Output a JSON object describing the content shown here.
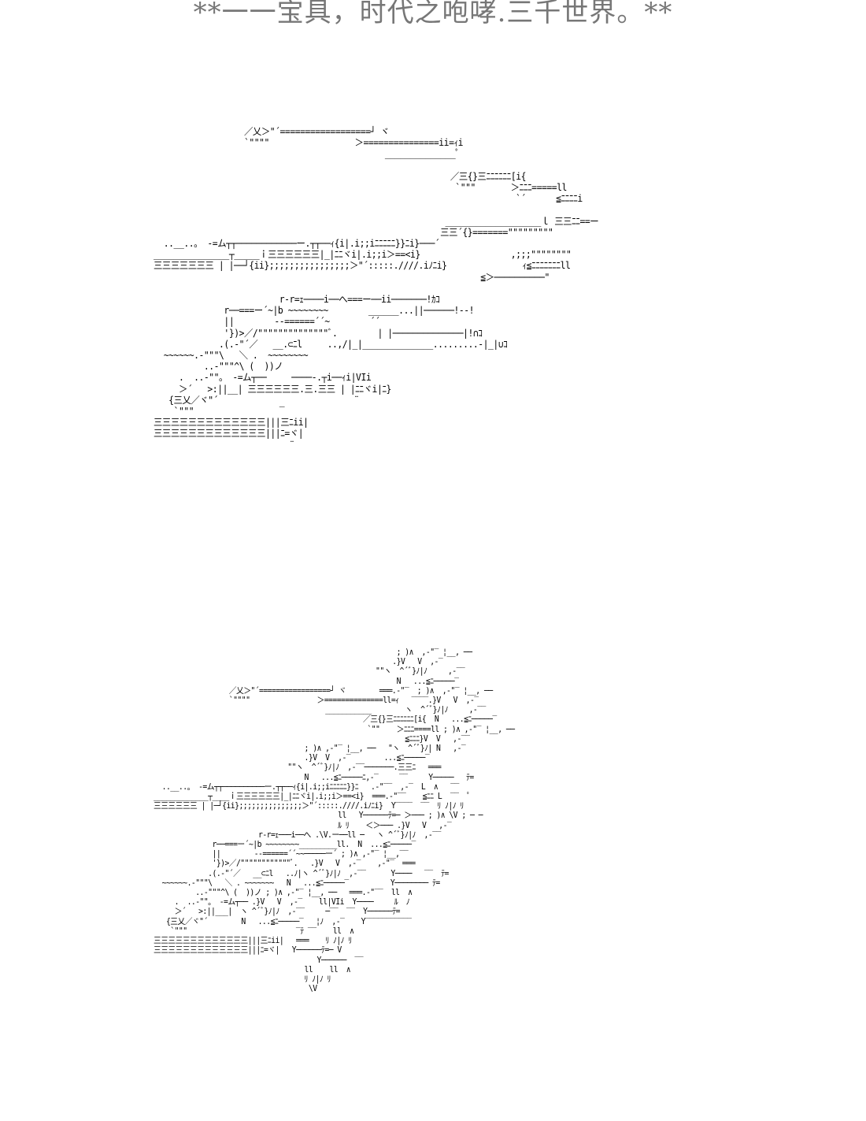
{
  "header": {
    "title": "**一一宝具，时代之咆哮.三千世界。**"
  },
  "art": {
    "top": "                  ／乂＞\"´==================┘ ヾ\n                  `\"\"\"\"                 ＞===============ii=ｨi\n                                              ______________ﾟ\n\n                                                           ／三{}三ﾆﾆﾆﾆﾆﾆ[i{\n                                                            `\"\"\"       ＞ﾆﾆﾆ=====ll\n                                                                        `´      ≦ﾆﾆﾆﾆi\n\n                                                          ___________________ｌ 三三ﾆﾆ==ー\n                                                         三三´{}=======\"\"\"\"\"\"\"\"\"\n  ..__..。 -=ム┬┬────────────ー.┬┬──ｨ{i|.i;;iﾆﾆﾆﾆﾆ}}ﾆi}───´\n_______________┬_____ｉ三三三三三三|_|ﾆﾆヾi|.i;;i＞==<i}                  ,;;;\"\"\"\"\"\"\"\"\n三三三三三三三 | |──┘{ii};;;;;;;;;;;;;;;;＞\"´:::::.////.iﾉﾆi}               ｨ≦ﾆﾆﾆﾆﾆﾆﾆll\n                                                                 ≦＞──────────\"\n\n                         r-r=ｪ────i──へ===ー──ii───────!ｶｺ\n              r──===ー´~|b ~~~~~~~~        ______...||──────!--!\n              ||        --======´´~        ´´\n              '})>／/\"\"\"\"\"\"\"\"\"\"\"\"\"\"ﾞ.        | |──────────────|!∩ｺ\n             .(.-\"´／   __.⊂ﾆl     ..,/|_|______________.........-|_|∪ｺ\n  ~~~~~~.-\"\"\"\\   ＼ .  ~~~~~~~~\n          ..-\"\"\"^\\ (  ))ノ\n     .  ..-\"\"。 -=ム┬──     ────-.┬i──ｨi|VIi\n     ＞´   >:||__| 三三三三三三.三.三三 | |ﾆﾆヾi|ﾆ}\n   {三乂／ヾ\"´                           ¨\n    `\"\"\"                 ‾\n三三三三三三三三三三三三三|||三ﾆii|\n三三三三三三三三三三三三三|||ﾆ=ヾ|\n                           ¨",
    "bottom": "                                                          ; )∧  ,-\"‾ ¦__, ──\n                                                         .}V   V  ,-‾\n                                                     \"\"ヽ  ^´ﾞ}ﾉ|ﾉ     ,-‾‾\n                                                          N   ...≦ﾆ─────‾\n                  ／乂＞\"´=================┘ ヾ        ═══.-\"‾  ; )∧  ,-\"‾ ¦__, ──\n                  `\"\"\"\"                ＞==============ll=ｨ   ‾‾‾‾.}V   V  ,-‾\n                                         ___________        ヽ  ^´ﾞ}ﾉ|ﾉ     ,-‾‾\n                                                  ／三{}三ﾆﾆﾆﾆﾆﾆ[i{  N   ...≦ﾆ─────‾\n                                                   `\"\"    ＞ﾆﾆﾆ====ll ; )∧ ,-\"‾ ¦__, ──\n                                                            ≦ﾆﾆﾆ}V  V   ,-‾‾\n                                    ; )∧ ,-\"‾ ¦__, ──   \"ヽ  ^´ﾞ}ﾉ| N   ,-‾\n                                    .}V  V  ,-‾        ...≦ﾆ─────‾\n                                \"\"ヽ  ^´ﾞ}ﾉ|ﾉ  ,-‾‾───────.三三ﾆ   ═══\n                                    N   ...≦ﾆ─────ﾆ,-‾     ‾‾     Y─────   ﾃ=\n  ..__..。 -=ム┬┬──────────ー.┬┬──ｨ{i|.i;;iﾆﾆﾆﾆﾆ}}ﾆ   .-\"‾‾  ,-‾  L  ∧   ‾‾\n_____________┬____ｉ三三三三三三|_|ﾆﾆヾi|.i;;i＞==<i}  ═══.-\"‾‾    ≦ﾆﾆ L  ‾‾  ﾟ\n三三三三三三 | |─┘{ii};;;;;;;;;;;;;;;＞\"´:::::.////.iﾉﾆi}  Y‾‾‾‾  ‾‾  ﾘ ﾉ|ﾉ ﾘ\n                                            ll   Y──────ﾃ=─ ＞─── ; )∧ \\V ; ─ ─\n                                            ﾙ ﾘ    ＜＞─── .}V   V   ,-‾\n                         r-r=ｪ───i──へ .\\V.ー──ll ─   ヽ ^´ﾞ}ﾉ|ﾉ  ,-‾‾\n              r──===ー´~|b ~~~~~~~~_________ll.  N  ...≦ﾆ─────‾\n              ||        --======´´~~─────ー´ ; )∧ ,-\"‾ ¦__,‾‾\n              '})>／/\"\"\"\"\"\"\"\"\"\"\"\"ﾞ.   .}V   V  ,-‾    ,-\"‾  ═══\n             .(.-\"´／   __⊂ﾆl   ..ﾉ|ヽ ^´ﾞ}ﾉ|ﾉ  ,-‾‾      Y────   ‾‾  ﾃ=\n  ~~~~~~.-\"\"\"\\   ＼ . ~~~~~~~   N   ...≦ﾆ─────‾          Y──────── ﾃ=\n          ..-\"\"\"^\\ (  ))ノ ; )∧ ,-\"‾ ¦__, ──   ═══.-\"‾‾  ll  ∧\n     .  ..-\"\"。 -=ム┬── .}V   V  ,-‾    ll|VIi  Y────     ﾙ  ﾉ\n     ＞´   >:||___|  ヽ ^´ﾞ}ﾉ|ﾉ  ,-‾‾     ─‾‾  ‾‾  Y──────ﾃ=\n   {三乂／ヾ\"´        N   ...≦ﾆ─────‾   ¦ﾉ  ,-‾    Y‾‾‾‾‾‾‾‾‾‾‾\n    `\"\"\"                          ‾ﾃ ‾‾    ll  ∧\n三三三三三三三三三三三三三|||三ﾆii|   ═══    ﾘ ﾉ|ﾉ ﾘ\n三三三三三三三三三三三三三|||ﾆ=ヾ|   Y──────ﾃ=─ V\n                                       Y──────  ‾‾\n                                    ll    ll  ∧\n                                    ﾘ ﾉ|ﾉ ﾘ\n                                     \\V"
  }
}
